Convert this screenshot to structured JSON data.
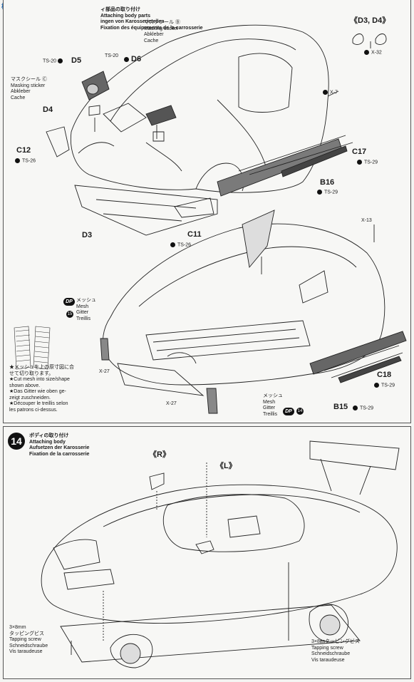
{
  "watermark": "模型",
  "step13": {
    "title_jp": "ィ部品の取り付け",
    "title_en": "Attaching body parts",
    "title_de": "ingen von Karosserieteilen",
    "title_fr": "Fixation des équipements de la carrosserie"
  },
  "step14": {
    "number": "14",
    "title_jp": "ボディの取り付け",
    "title_en": "Attaching body",
    "title_de": "Aufsetzen der Karosserie",
    "title_fr": "Fixation de la carrosserie"
  },
  "masking_c": {
    "jp": "マスクシール Ⓒ",
    "en": "Masking sticker",
    "de": "Abkleber",
    "fr": "Cache"
  },
  "masking_b": {
    "jp": "マスクシール Ⓑ",
    "en": "Masking sticker",
    "de": "Abkleber",
    "fr": "Cache"
  },
  "parts": {
    "d5": "D5",
    "d6": "D6",
    "d4": "D4",
    "c12": "C12",
    "d3": "D3",
    "c11": "C11",
    "c17": "C17",
    "b16": "B16",
    "c18": "C18",
    "b15": "B15",
    "d3d4": "《D3, D4》"
  },
  "paints": {
    "ts20a": "TS-20",
    "ts20b": "TS-20",
    "ts26a": "TS-26",
    "ts26b": "TS-26",
    "ts29a": "TS-29",
    "ts29b": "TS-29",
    "ts29c": "TS-29",
    "ts29d": "TS-29",
    "x32": "X-32",
    "x7": "X-7",
    "x13": "X-13",
    "x27a": "X-27",
    "x27b": "X-27"
  },
  "mesh_top": {
    "jp": "メッシュ",
    "en": "Mesh",
    "de": "Gitter",
    "fr": "Treillis",
    "badge": "DP",
    "num": "15"
  },
  "mesh_bottom": {
    "jp": "メッシュ",
    "en": "Mesh",
    "de": "Gitter",
    "fr": "Treillis",
    "badge": "DP",
    "num": "14"
  },
  "mesh_note": {
    "jp1": "★メッシュを上の原寸図に合",
    "jp2": "せて切り取ります。",
    "en1": "★Cut mesh into size/shape",
    "en2": "shown above.",
    "de1": "★Das Gitter wie oben ge-",
    "de2": "zeigt zuschneiden.",
    "fr1": "★Découper le treillis selon",
    "fr2": "les patrons ci-dessus."
  },
  "mirror_r": "《R》",
  "mirror_l": "《L》",
  "screw_left": {
    "size": "3×8mm",
    "jp": "タッピングビス",
    "en": "Tapping screw",
    "de": "Schneidschraube",
    "fr": "Vis taraudeuse"
  },
  "screw_right": {
    "size": "3×8㎜タッピングビス",
    "en": "Tapping screw",
    "de": "Schneidschraube",
    "fr": "Vis taraudeuse"
  }
}
